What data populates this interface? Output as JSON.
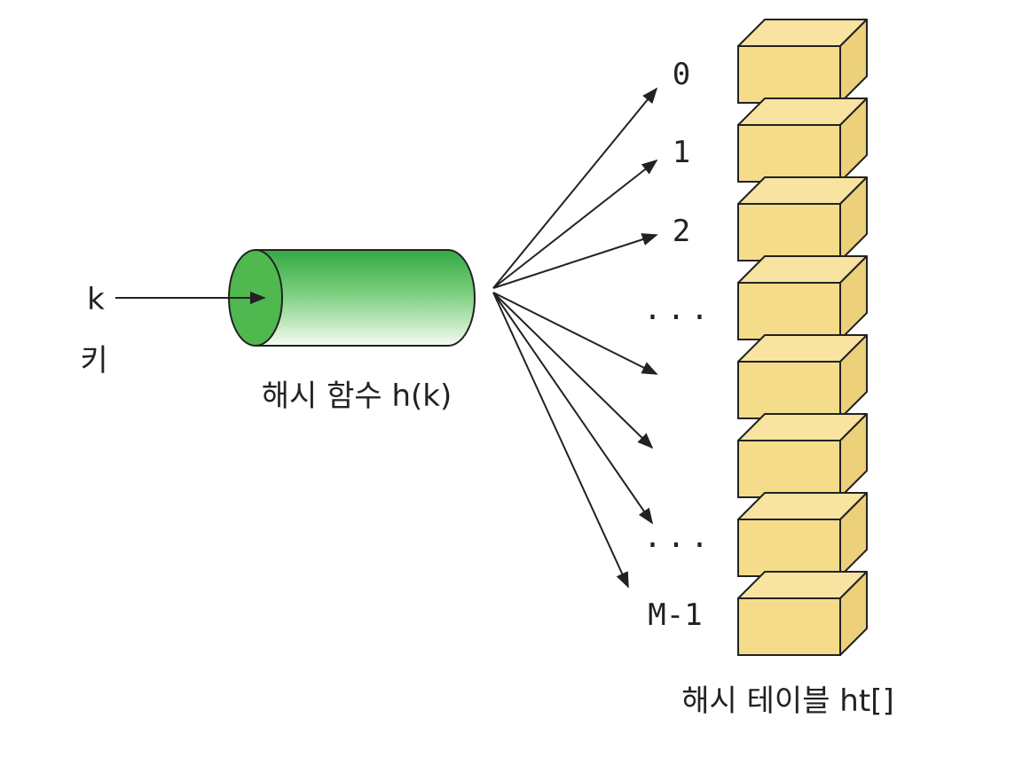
{
  "key": {
    "symbol": "k",
    "label": "키"
  },
  "hash_function": {
    "label": "해시 함수 h(k)"
  },
  "hash_table": {
    "label": "해시 테이블 ht[]",
    "index_labels": [
      "0",
      "1",
      "2",
      "...",
      "...",
      "M-1"
    ],
    "bucket_count": 8
  },
  "colors": {
    "cylinder_green": "#3fb34a",
    "cylinder_face": "#4fb84f",
    "bucket_fill": "#f5dc8a",
    "bucket_stroke": "#222222",
    "arrow": "#222222"
  }
}
